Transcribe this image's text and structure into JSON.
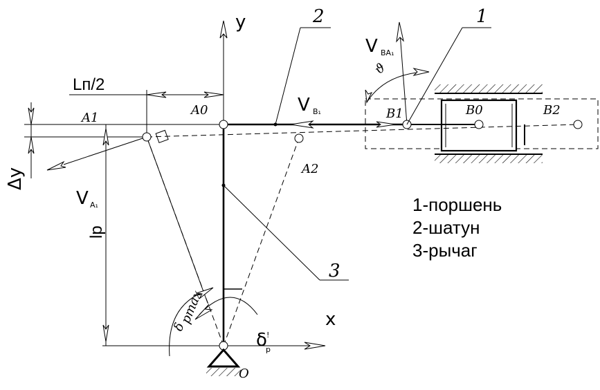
{
  "axes": {
    "y": "y",
    "x": "x"
  },
  "points": {
    "A0": "A0",
    "A1": "A1",
    "A2": "A2",
    "B0": "B0",
    "B1": "B1",
    "B2": "B2",
    "O": "O"
  },
  "dimensions": {
    "stroke": "Lп/2",
    "delta_y": "Δy",
    "lever": "lp"
  },
  "velocities": {
    "VA": {
      "main": "V",
      "sub": "A₁"
    },
    "VB": {
      "main": "V",
      "sub": "B₁"
    },
    "VBA": {
      "main": "V",
      "sub": "BA₁"
    }
  },
  "angles": {
    "theta": "ϑ",
    "delta_max": {
      "main": "δ",
      "sub": "pmax"
    },
    "delta_p": {
      "main": "δ",
      "sup": "!",
      "sub": "p"
    }
  },
  "callouts": [
    "1",
    "2",
    "3"
  ],
  "legend": [
    "1-поршень",
    "2-шатун",
    "3-рычаг"
  ]
}
